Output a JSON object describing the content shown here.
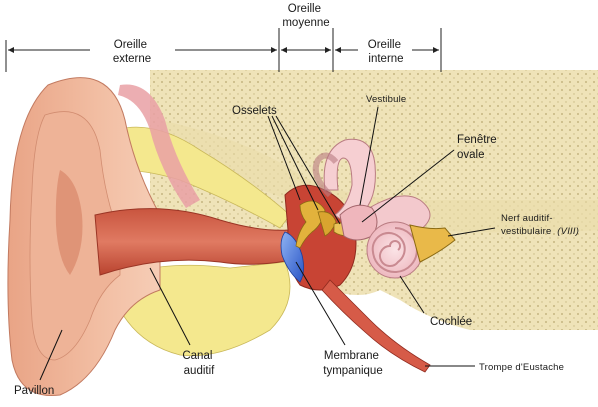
{
  "sections": {
    "outer": [
      "Oreille",
      "externe"
    ],
    "middle": [
      "Oreille",
      "moyenne"
    ],
    "inner": [
      "Oreille",
      "interne"
    ]
  },
  "labels": {
    "osselets": "Osselets",
    "vestibule": "Vestibule",
    "fenetre_ovale": [
      "Fenêtre",
      "ovale"
    ],
    "nerf": [
      "Nerf auditif-",
      "vestibulaire",
      "(VIII)"
    ],
    "cochlee": "Cochlée",
    "trompe": "Trompe d'Eustache",
    "membrane": [
      "Membrane",
      "tympanique"
    ],
    "canal": [
      "Canal",
      "auditif"
    ],
    "pavillon": "Pavillon"
  }
}
